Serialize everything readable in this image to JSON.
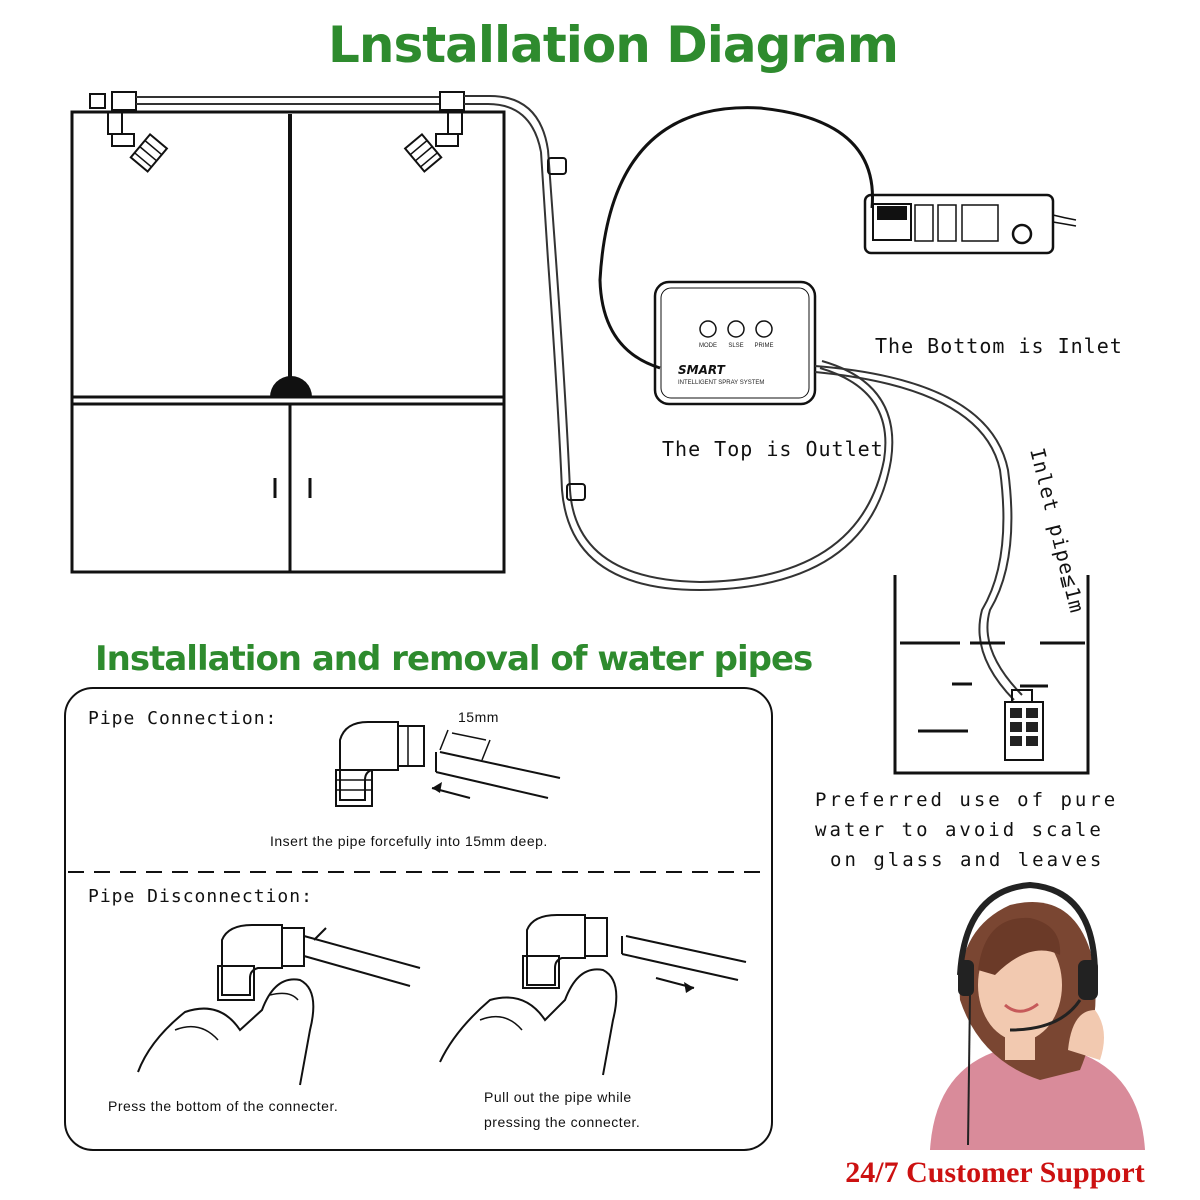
{
  "title": "Lnstallation Diagram",
  "device": {
    "brand": "SMART",
    "subtitle": "INTELLIGENT SPRAY SYSTEM",
    "buttons": [
      "MODE",
      "SLSE",
      "PRIME"
    ]
  },
  "labels": {
    "bottom_inlet": "The Bottom is Inlet",
    "top_outlet": "The Top is Outlet",
    "inlet_pipe": "Inlet pipe≦1m",
    "preferred_line1": "Preferred use of pure",
    "preferred_line2": "water to avoid scale",
    "preferred_line3": "on glass and leaves"
  },
  "pipes_section": {
    "title": "Installation and removal of water pipes",
    "connection_label": "Pipe Connection:",
    "dimension": "15mm",
    "insert_caption": "Insert the pipe forcefully into 15mm deep.",
    "disconnection_label": "Pipe Disconnection:",
    "press_caption": "Press the bottom of the connecter.",
    "pull_caption_line1": "Pull out the pipe while",
    "pull_caption_line2": "pressing the connecter."
  },
  "support": {
    "caption": "24/7 Customer Support"
  },
  "colors": {
    "title_green": "#2e8b2e",
    "support_red": "#cc1111",
    "line": "#111111"
  }
}
